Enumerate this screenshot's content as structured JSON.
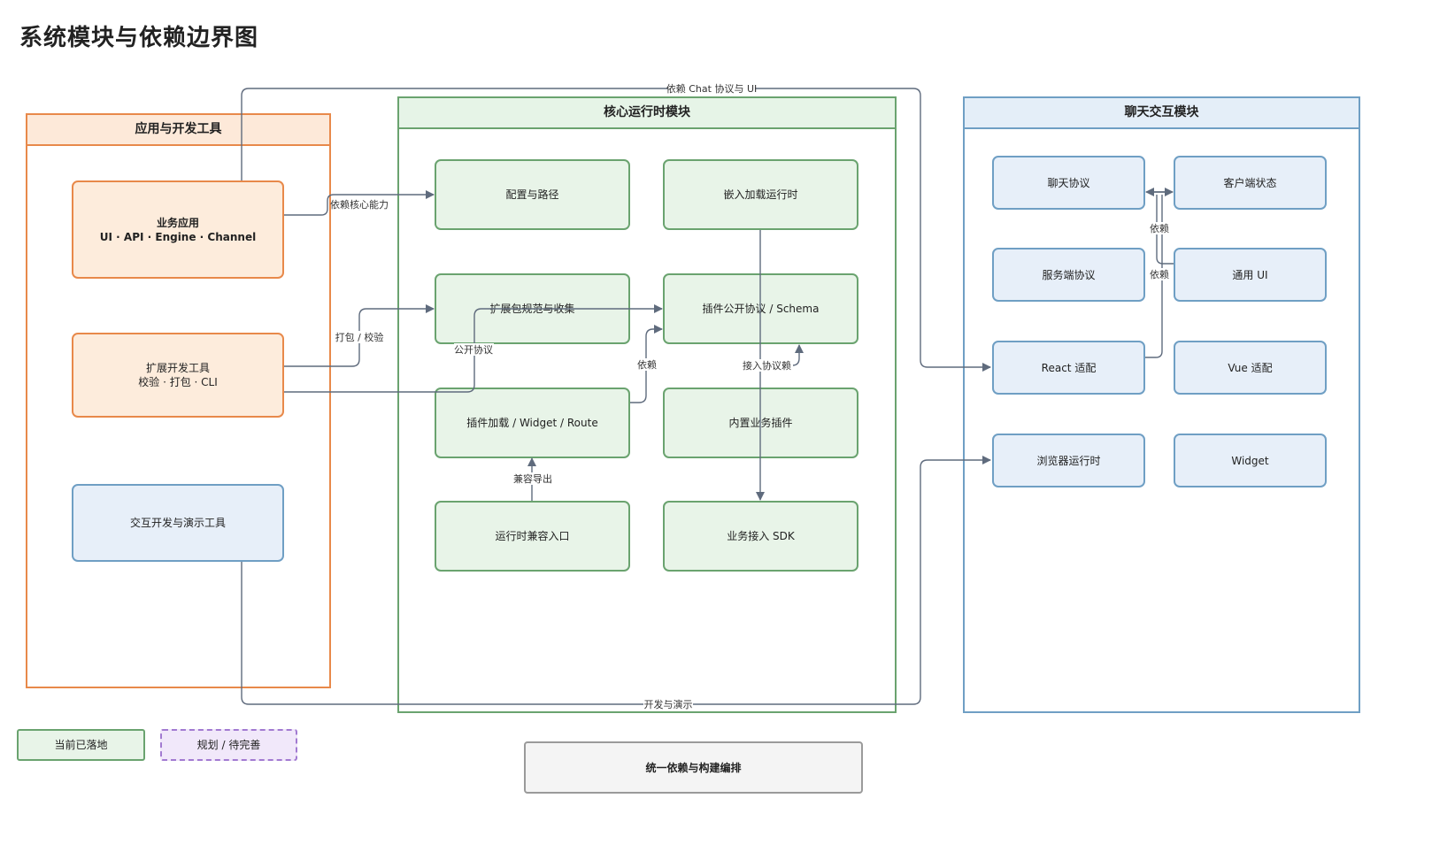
{
  "title": "系统模块与依赖边界图",
  "groups": {
    "app": "应用与开发工具",
    "core": "核心运行时模块",
    "chat": "聊天交互模块"
  },
  "nodes": {
    "biz_app": "业务应用\nUI · API · Engine · Channel",
    "ext_tools": "扩展开发工具\n校验 · 打包 · CLI",
    "interactive_tools": "交互开发与演示工具",
    "config_path": "配置与路径",
    "embed_loader": "嵌入加载运行时",
    "ext_pack": "扩展包规范与收集",
    "plugin_protocol": "插件公开协议 / Schema",
    "plugin_loader": "插件加载 / Widget / Route",
    "builtin_plugin": "内置业务插件",
    "runtime_compat": "运行时兼容入口",
    "biz_sdk": "业务接入 SDK",
    "chat_protocol": "聊天协议",
    "client_state": "客户端状态",
    "server_protocol": "服务端协议",
    "common_ui": "通用 UI",
    "react_adapter": "React 适配",
    "vue_adapter": "Vue 适配",
    "browser_runtime": "浏览器运行时",
    "widget": "Widget"
  },
  "legend": {
    "current": "当前已落地",
    "planned": "规划 / 待完善"
  },
  "bottom_box": "统一依赖与构建编排",
  "edge_labels": {
    "depends_chat_ui": "依赖 Chat 协议与 UI",
    "depends_core": "依赖核心能力",
    "pack_verify": "打包 / 校验",
    "public_protocol": "公开协议",
    "depends_1": "依赖",
    "access_protocol": "接入协议",
    "access_protocol_suffix": "赖",
    "compat_export": "兼容导出",
    "depends_2": "依赖",
    "depends_3": "依赖",
    "dev_demo": "开发与演示"
  },
  "colors": {
    "edge": "#5f6b7d"
  }
}
